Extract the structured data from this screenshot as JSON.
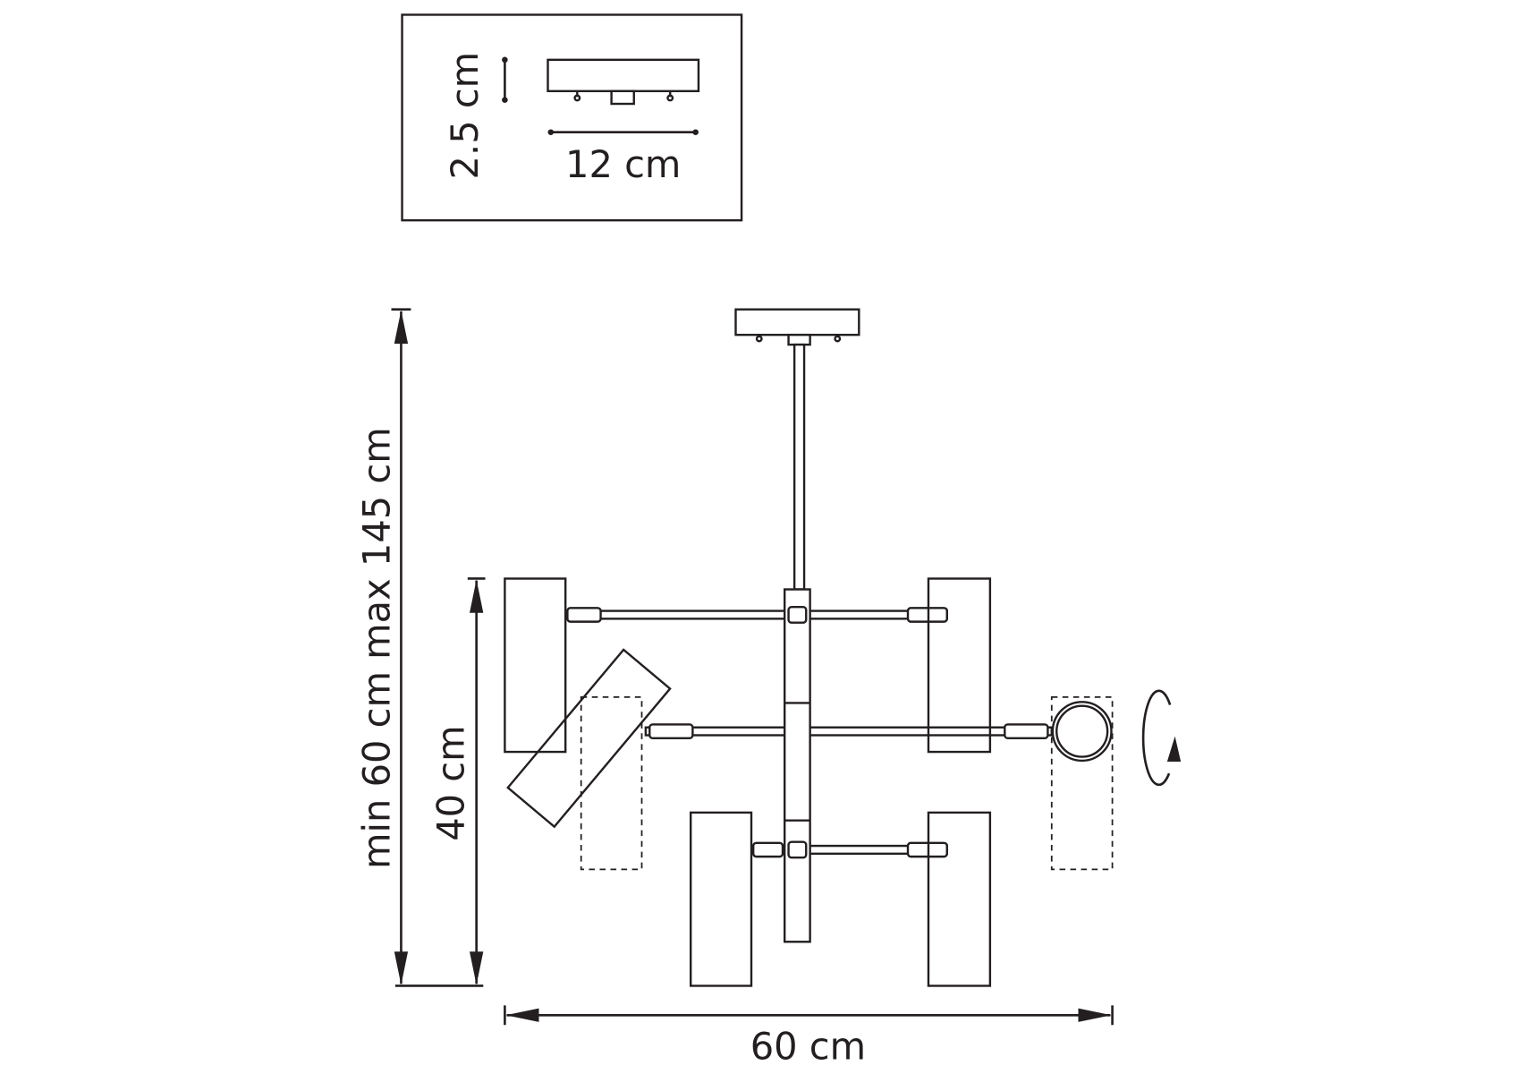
{
  "canopy_detail": {
    "height_label": "2.5 cm",
    "width_label": "12 cm"
  },
  "main_drawing": {
    "overall_height_label": "min 60 cm max 145 cm",
    "body_height_label": "40 cm",
    "width_label": "60 cm",
    "shade_count": 6,
    "rotation_indicator_icon": "rotate-arrow-icon"
  },
  "colors": {
    "line": "#231f20",
    "background": "#ffffff"
  }
}
